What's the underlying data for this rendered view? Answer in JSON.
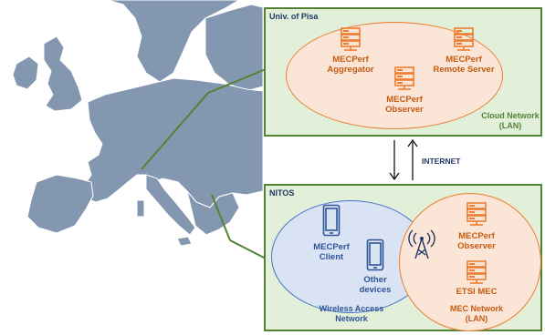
{
  "cloud_panel": {
    "title": "Univ. of Pisa",
    "network_label": [
      "Cloud Network",
      "(LAN)"
    ],
    "nodes": {
      "aggregator": [
        "MECPerf",
        "Aggregator"
      ],
      "remote_server": [
        "MECPerf",
        "Remote Server"
      ],
      "observer": [
        "MECPerf",
        "Observer"
      ]
    }
  },
  "link_label": "INTERNET",
  "edge_panel": {
    "title": "NITOS",
    "wireless_label": [
      "Wireless Access",
      "Network"
    ],
    "mec_label": [
      "MEC Network",
      "(LAN)"
    ],
    "nodes": {
      "client": [
        "MECPerf",
        "Client"
      ],
      "other_devices": [
        "Other",
        "devices"
      ],
      "mec_observer": [
        "MECPerf",
        "Observer"
      ],
      "etsi_mec": [
        "ETSI MEC"
      ]
    }
  },
  "colors": {
    "panel_bg": "#e2f0d9",
    "panel_border": "#548235",
    "orange": "#ed7d31",
    "orange_fill": "#fbe5d6",
    "blue": "#4472c4",
    "blue_fill": "#dae3f3",
    "map_land": "#8497b0"
  }
}
